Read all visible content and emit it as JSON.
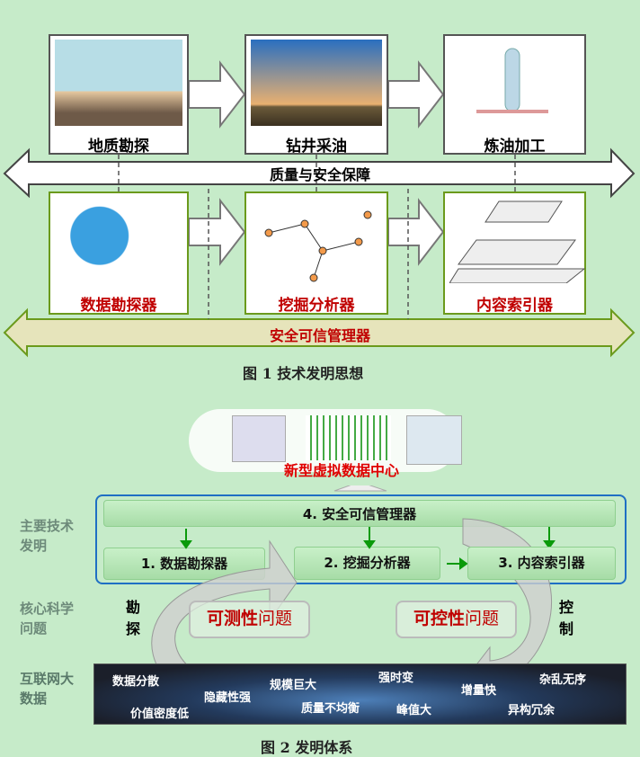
{
  "figure1": {
    "top_row": [
      {
        "label": "地质勘探"
      },
      {
        "label": "钻井采油"
      },
      {
        "label": "炼油加工"
      }
    ],
    "quality_arrow": "质量与安全保障",
    "bottom_row": [
      {
        "label": "数据勘探器"
      },
      {
        "label": "挖掘分析器"
      },
      {
        "label": "内容索引器"
      }
    ],
    "trust_arrow": "安全可信管理器",
    "caption": "图 1  技术发明思想"
  },
  "figure2": {
    "center_title": "新型虚拟数据中心",
    "side_labels": [
      "主要技术发明",
      "核心科学问题",
      "互联网大数据"
    ],
    "manager": "4. 安全可信管理器",
    "modules": [
      "1. 数据勘探器",
      "2. 挖掘分析器",
      "3. 内容索引器"
    ],
    "left_verb": "勘探",
    "right_verb": "控制",
    "problems": [
      {
        "strong": "可测性",
        "rest": "问题"
      },
      {
        "strong": "可控性",
        "rest": "问题"
      }
    ],
    "big_data_traits": [
      "数据分散",
      "规模巨大",
      "强时变",
      "杂乱无序",
      "隐藏性强",
      "增量快",
      "价值密度低",
      "质量不均衡",
      "峰值大",
      "异构冗余"
    ],
    "caption": "图 2  发明体系"
  },
  "colors": {
    "background": "#c6ebc9",
    "red": "#c00000",
    "green_border": "#6b9a1c",
    "blue_border": "#1f6fc4"
  }
}
